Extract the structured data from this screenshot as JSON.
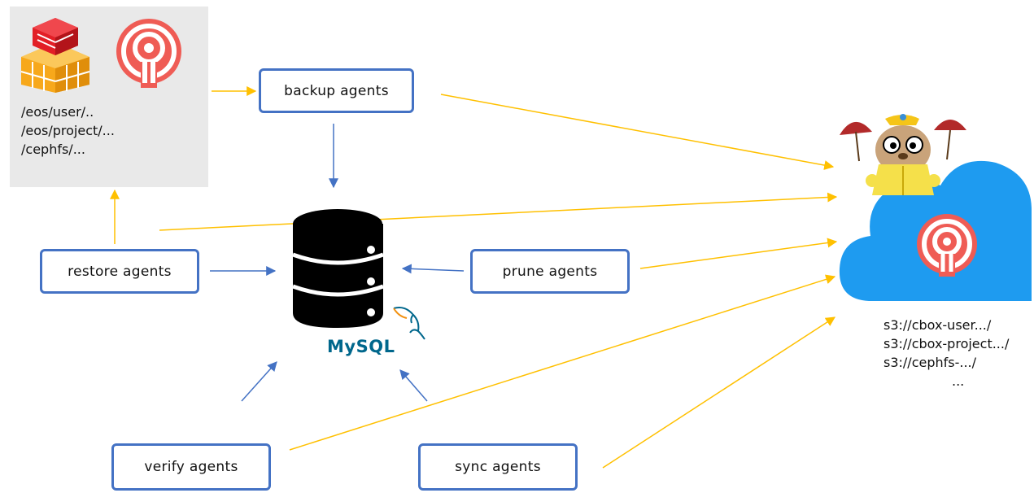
{
  "storage": {
    "paths": [
      "/eos/user/..",
      "/eos/project/...",
      "/cephfs/..."
    ]
  },
  "agents": {
    "backup": "backup agents",
    "restore": "restore agents",
    "prune": "prune agents",
    "verify": "verify agents",
    "sync": "sync agents"
  },
  "database": {
    "logo_text": "MySQL"
  },
  "s3": {
    "paths": [
      "s3://cbox-user.../",
      "s3://cbox-project.../",
      "s3://cephfs-.../",
      "..."
    ]
  },
  "colors": {
    "agent_border": "#4472c4",
    "db_arrow": "#4472c4",
    "s3_arrow": "#ffc000",
    "cloud": "#1e9bf0",
    "ceph": "#ef5c55"
  },
  "icons": [
    "eos-logo-icon",
    "ceph-logo-icon",
    "database-icon",
    "mysql-dolphin-icon",
    "cloud-icon",
    "gopher-mascot-icon"
  ]
}
